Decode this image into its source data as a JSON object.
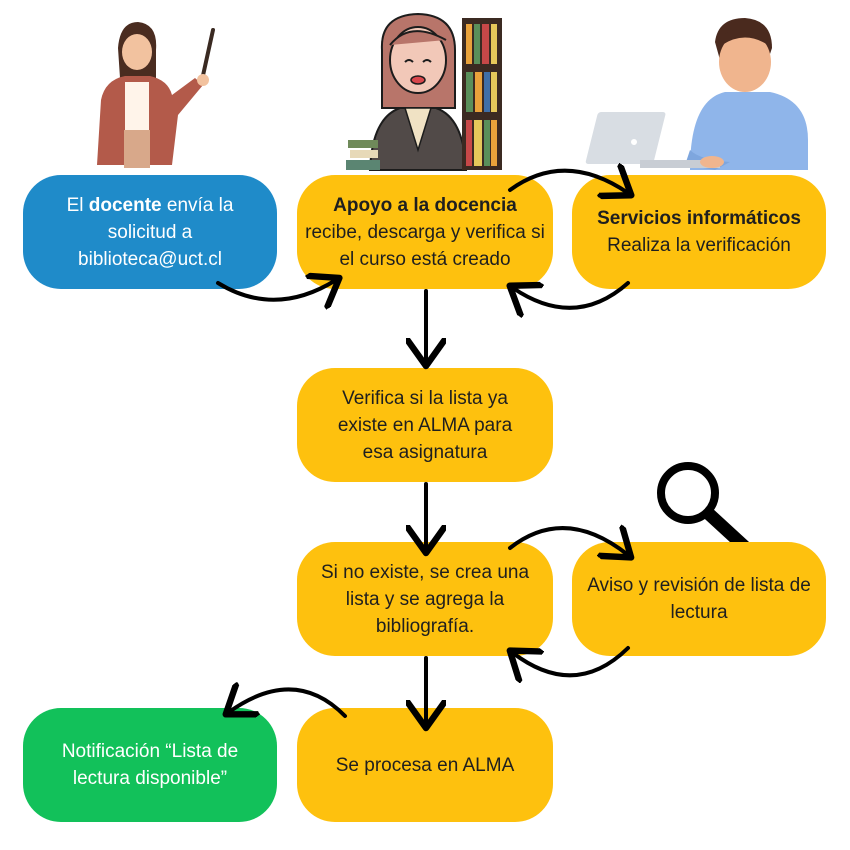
{
  "boxes": {
    "docente": {
      "pre": "El ",
      "bold": "docente",
      "post": " envía la solicitud a biblioteca@uct.cl"
    },
    "apoyo": {
      "title": "Apoyo a la docencia",
      "body": "recibe, descarga y verifica si el curso está creado"
    },
    "servicios": {
      "title": "Servicios informáticos",
      "body": "Realiza la verificación"
    },
    "verifica": {
      "text": "Verifica si la lista ya existe en ALMA para esa asignatura"
    },
    "crea": {
      "text": "Si no existe, se crea una lista y se agrega la bibliografía."
    },
    "aviso": {
      "text": "Aviso y revisión de lista de lectura"
    },
    "procesa": {
      "text": "Se procesa en ALMA"
    },
    "notificacion": {
      "text": "Notificación “Lista de lectura disponible”"
    }
  },
  "icons": [
    "teacher-illustration",
    "librarian-illustration",
    "bookshelf-illustration",
    "laptop-user-illustration",
    "magnifier-icon"
  ],
  "colors": {
    "blue": "#1f8bc9",
    "yellow": "#fec10e",
    "green": "#12c15a"
  }
}
